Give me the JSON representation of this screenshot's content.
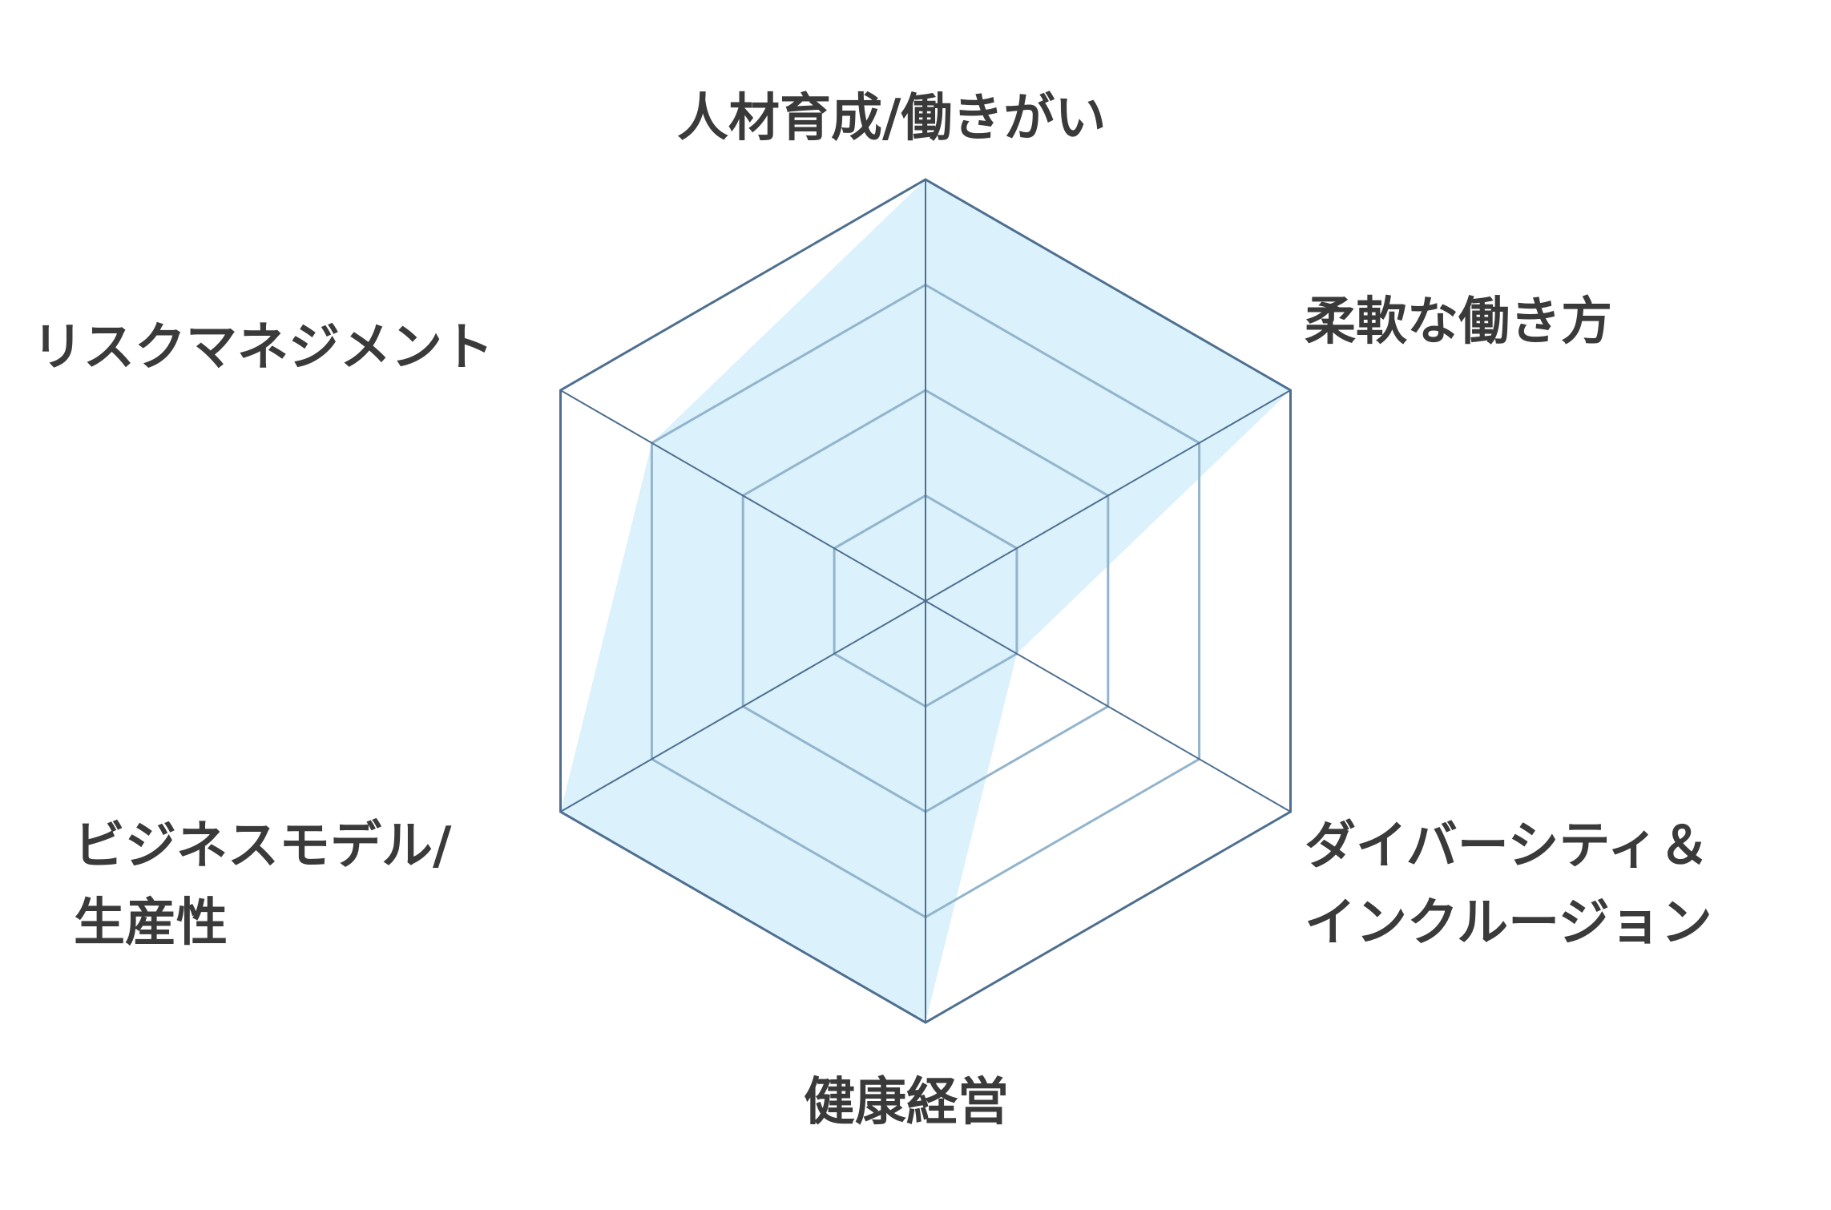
{
  "chart_data": {
    "type": "radar",
    "axes": [
      {
        "label_lines": [
          "人材育成/働きがい"
        ]
      },
      {
        "label_lines": [
          "柔軟な働き方"
        ]
      },
      {
        "label_lines": [
          "ダイバーシティ＆",
          "インクルージョン"
        ]
      },
      {
        "label_lines": [
          "健康経営"
        ]
      },
      {
        "label_lines": [
          "ビジネスモデル/",
          "生産性"
        ]
      },
      {
        "label_lines": [
          "リスクマネジメント"
        ]
      }
    ],
    "series": [
      {
        "values": [
          4,
          4,
          1,
          4,
          4,
          3
        ]
      }
    ],
    "rlim": [
      0,
      4
    ],
    "rings": [
      1,
      2,
      3,
      4
    ],
    "grid": true,
    "colors": {
      "fill": "#dbf1fc",
      "ring": "#92b4cc",
      "outer": "#4e6f90",
      "spoke": "#4e6f90",
      "label": "#3a3a3a"
    }
  }
}
